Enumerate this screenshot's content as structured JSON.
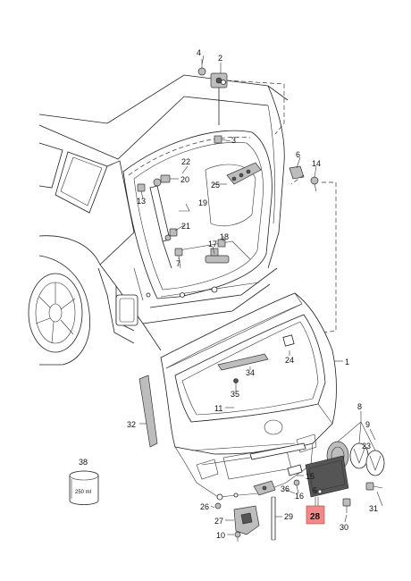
{
  "diagram": {
    "highlight_color": "#ef8a8a",
    "highlight_label": "28",
    "labels": [
      {
        "key": "l4",
        "text": "4"
      },
      {
        "key": "l2",
        "text": "2"
      },
      {
        "key": "l3",
        "text": "3"
      },
      {
        "key": "l22",
        "text": "22"
      },
      {
        "key": "l20",
        "text": "20"
      },
      {
        "key": "l25",
        "text": "25"
      },
      {
        "key": "l6",
        "text": "6"
      },
      {
        "key": "l14",
        "text": "14"
      },
      {
        "key": "l13",
        "text": "13"
      },
      {
        "key": "l19",
        "text": "19"
      },
      {
        "key": "l21",
        "text": "21"
      },
      {
        "key": "l17",
        "text": "17"
      },
      {
        "key": "l18",
        "text": "18"
      },
      {
        "key": "l7",
        "text": "7"
      },
      {
        "key": "l24",
        "text": "24"
      },
      {
        "key": "l1",
        "text": "1"
      },
      {
        "key": "l34",
        "text": "34"
      },
      {
        "key": "l35",
        "text": "35"
      },
      {
        "key": "l11",
        "text": "11"
      },
      {
        "key": "l32",
        "text": "32"
      },
      {
        "key": "l9",
        "text": "9"
      },
      {
        "key": "l8",
        "text": "8"
      },
      {
        "key": "l23",
        "text": "23"
      },
      {
        "key": "l38",
        "text": "38"
      },
      {
        "key": "l15",
        "text": "15"
      },
      {
        "key": "l5",
        "text": "5"
      },
      {
        "key": "l16",
        "text": "16"
      },
      {
        "key": "l36",
        "text": "36"
      },
      {
        "key": "l26",
        "text": "26"
      },
      {
        "key": "l31",
        "text": "31"
      },
      {
        "key": "l27",
        "text": "27"
      },
      {
        "key": "l29",
        "text": "29"
      },
      {
        "key": "l30",
        "text": "30"
      },
      {
        "key": "l10",
        "text": "10"
      }
    ],
    "can_text": "250 ml"
  }
}
